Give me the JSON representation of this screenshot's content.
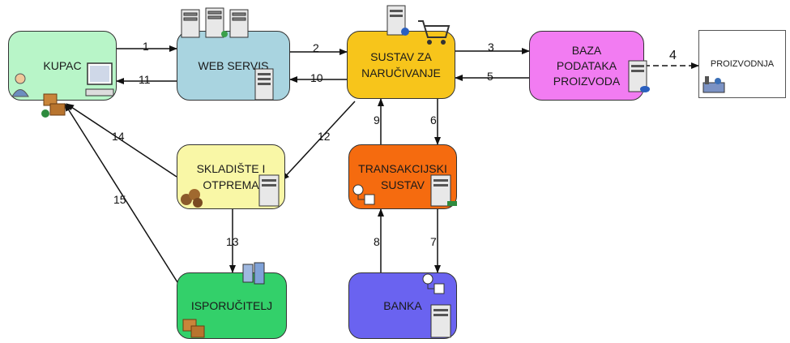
{
  "nodes": {
    "kupac": {
      "label": "KUPAC",
      "color": "#b8f5c8"
    },
    "web_servis": {
      "label": "WEB SERVIS",
      "color": "#a9d4e0"
    },
    "sustav_narucivanje": {
      "label": "SUSTAV ZA\nNARUČIVANJE",
      "color": "#f7c51b"
    },
    "baza_podataka": {
      "label": "BAZA\nPODATAKA\nPROIZVODA",
      "color": "#f27cf2"
    },
    "proizvodnja": {
      "label": "PROIZVODNJA",
      "color": "#ffffff"
    },
    "skladiste": {
      "label": "SKLADIŠTE I\nOTPREMA",
      "color": "#f9f7a6"
    },
    "transakcijski": {
      "label": "TRANSAKCIJSKI\nSUSTAV",
      "color": "#f56b0f"
    },
    "isporucitelj": {
      "label": "ISPORUČITELJ",
      "color": "#33d06a"
    },
    "banka": {
      "label": "BANKA",
      "color": "#6a63f0"
    }
  },
  "edges": [
    {
      "from": "kupac",
      "to": "web_servis",
      "label": "1"
    },
    {
      "from": "web_servis",
      "to": "sustav_narucivanje",
      "label": "2"
    },
    {
      "from": "sustav_narucivanje",
      "to": "baza_podataka",
      "label": "3"
    },
    {
      "from": "baza_podataka",
      "to": "proizvodnja",
      "label": "4",
      "style": "dashed"
    },
    {
      "from": "baza_podataka",
      "to": "sustav_narucivanje",
      "label": "5"
    },
    {
      "from": "sustav_narucivanje",
      "to": "transakcijski",
      "label": "6"
    },
    {
      "from": "transakcijski",
      "to": "banka",
      "label": "7"
    },
    {
      "from": "banka",
      "to": "transakcijski",
      "label": "8"
    },
    {
      "from": "transakcijski",
      "to": "sustav_narucivanje",
      "label": "9"
    },
    {
      "from": "sustav_narucivanje",
      "to": "web_servis",
      "label": "10"
    },
    {
      "from": "web_servis",
      "to": "kupac",
      "label": "11"
    },
    {
      "from": "sustav_narucivanje",
      "to": "skladiste",
      "label": "12"
    },
    {
      "from": "skladiste",
      "to": "isporucitelj",
      "label": "13"
    },
    {
      "from": "skladiste",
      "to": "kupac",
      "label": "14"
    },
    {
      "from": "isporucitelj",
      "to": "kupac",
      "label": "15"
    }
  ],
  "icons": [
    "server-icon",
    "shopping-cart-icon",
    "user-icon",
    "computer-monitor-icon",
    "packages-icon",
    "workflow-icon",
    "factory-icon",
    "database-server-icon"
  ]
}
